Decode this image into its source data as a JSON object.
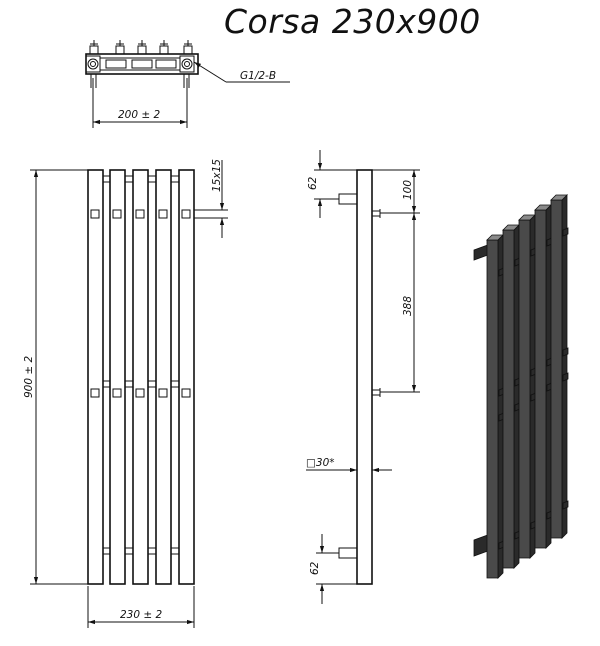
{
  "title": "Corsa 230x900",
  "labels": {
    "thread": "G1/2-B",
    "top_width": "200 ± 2",
    "height": "900 ± 2",
    "tube_section": "15x15",
    "bottom_width": "230 ± 2",
    "side_top_offset": "62",
    "side_bottom_offset": "62",
    "bracket_top": "100",
    "bracket_spacing": "388",
    "profile": "□30*"
  },
  "colors": {
    "line": "#111111",
    "tube_front": "#4a4a4a",
    "tube_side": "#2a2a2a",
    "tube_top": "#8a8a8a"
  }
}
